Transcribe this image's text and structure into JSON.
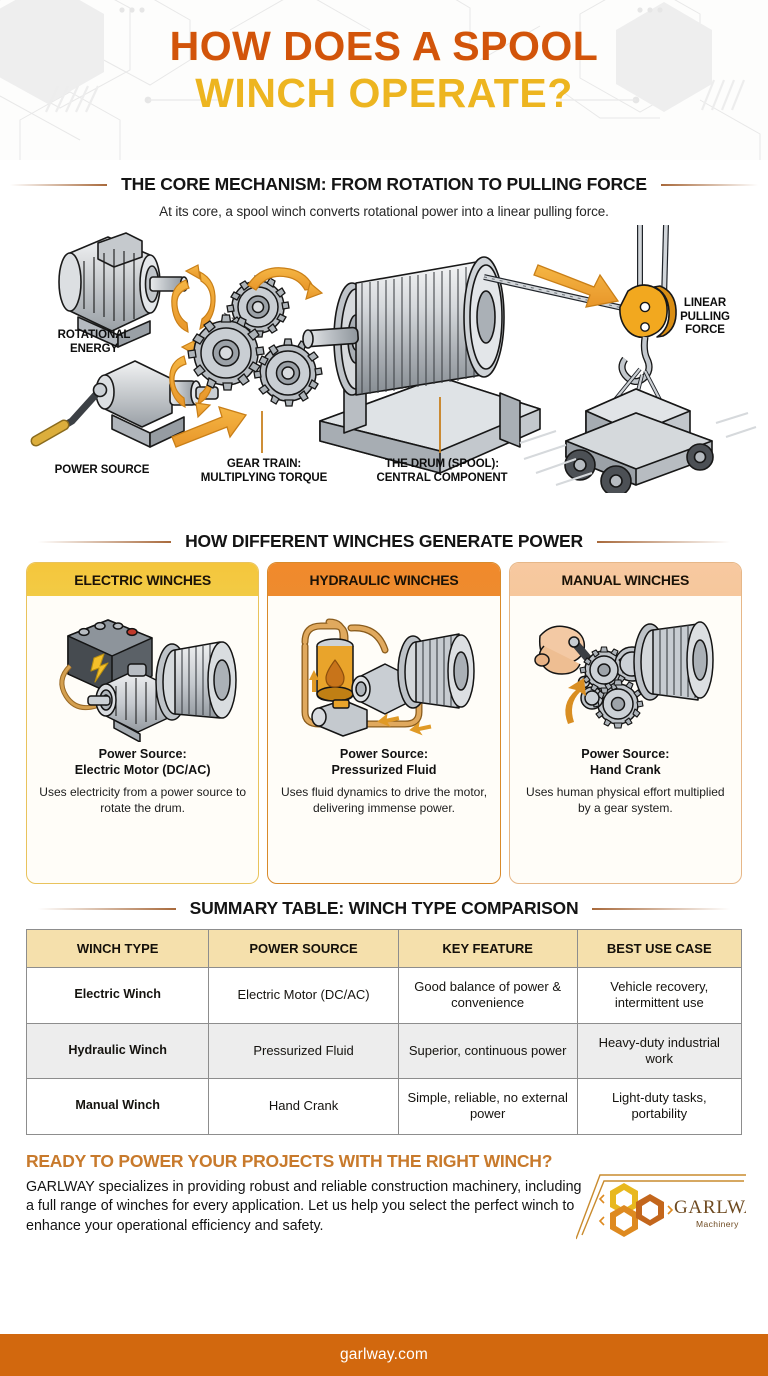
{
  "header": {
    "title_line1": "HOW DOES A SPOOL",
    "title_line2": "WINCH OPERATE?",
    "title_color_1": "#D2540A",
    "title_color_2": "#EDB520"
  },
  "core_section": {
    "heading": "THE CORE MECHANISM: FROM ROTATION TO PULLING FORCE",
    "subheading": "At its core, a spool winch converts rotational power into a linear pulling force.",
    "labels": {
      "rotational_energy": "ROTATIONAL\nENERGY",
      "rotational_energy_l1": "ROTATIONAL",
      "rotational_energy_l2": "ENERGY",
      "power_source": "POWER SOURCE",
      "gear_train_l1": "GEAR TRAIN:",
      "gear_train_l2": "MULTIPLYING TORQUE",
      "drum_l1": "THE DRUM (SPOOL):",
      "drum_l2": "CENTRAL COMPONENT",
      "linear_l1": "LINEAR",
      "linear_l2": "PULLING",
      "linear_l3": "FORCE"
    }
  },
  "power_section": {
    "heading": "HOW DIFFERENT WINCHES GENERATE POWER",
    "cards": [
      {
        "title": "ELECTRIC WINCHES",
        "power_source_label": "Power Source:",
        "power_source_value": "Electric Motor (DC/AC)",
        "description": "Uses electricity from a power source to rotate the drum.",
        "header_color": "#F5C63C",
        "border_color": "#E9C35C",
        "icon": "battery-motor-drum-icon"
      },
      {
        "title": "HYDRAULIC WINCHES",
        "power_source_label": "Power Source:",
        "power_source_value": "Pressurized Fluid",
        "description": "Uses fluid dynamics to drive the motor, delivering immense power.",
        "header_color": "#F08A2C",
        "border_color": "#D98A2B",
        "icon": "fluid-reservoir-pump-drum-icon"
      },
      {
        "title": "MANUAL WINCHES",
        "power_source_label": "Power Source:",
        "power_source_value": "Hand Crank",
        "description": "Uses human physical effort multiplied by a gear system.",
        "header_color": "#F7C9A0",
        "border_color": "#E6B788",
        "icon": "hand-crank-gears-drum-icon"
      }
    ]
  },
  "summary_section": {
    "heading": "SUMMARY TABLE: WINCH TYPE COMPARISON",
    "columns": [
      "WINCH TYPE",
      "POWER SOURCE",
      "KEY FEATURE",
      "BEST USE CASE"
    ],
    "rows": [
      {
        "winch_type": "Electric Winch",
        "power_source": "Electric Motor (DC/AC)",
        "key_feature": "Good balance of power & convenience",
        "best_use_case": "Vehicle recovery, intermittent use"
      },
      {
        "winch_type": "Hydraulic Winch",
        "power_source": "Pressurized Fluid",
        "key_feature": "Superior, continuous power",
        "best_use_case": "Heavy-duty industrial work"
      },
      {
        "winch_type": "Manual Winch",
        "power_source": "Hand Crank",
        "key_feature": "Simple, reliable, no external power",
        "best_use_case": "Light-duty tasks, portability"
      }
    ],
    "header_bg": "#F5E0AC",
    "alt_row_bg": "#EDEDED"
  },
  "cta": {
    "heading": "READY TO POWER YOUR PROJECTS WITH THE RIGHT WINCH?",
    "body": "GARLWAY specializes in providing robust and reliable construction machinery, including a full range of winches for every application. Let us help you select the perfect winch to enhance your operational efficiency and safety.",
    "heading_color": "#C87A2C",
    "logo_name": "GARLWAY",
    "logo_sub": "Machinery"
  },
  "footer": {
    "url": "garlway.com",
    "bg_color": "#D2680E"
  }
}
